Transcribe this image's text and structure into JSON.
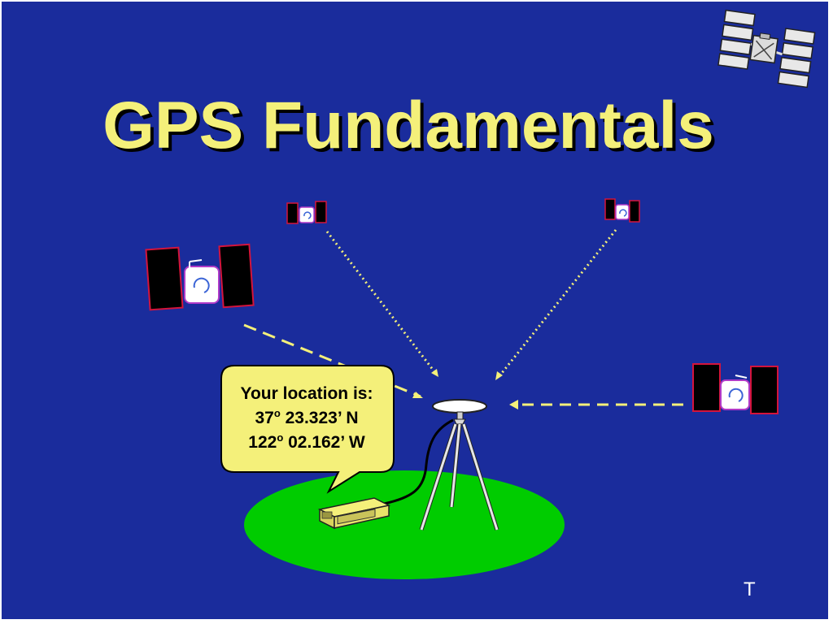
{
  "slide": {
    "title": "GPS Fundamentals",
    "callout": {
      "line1": "Your location is:",
      "lat_deg": "37",
      "lat_rest": " 23.323’ N",
      "lon_deg": "122",
      "lon_rest": " 02.162’ W",
      "degree_mark": "o"
    },
    "footer_mark": "T"
  },
  "colors": {
    "background": "#1a2c9c",
    "title": "#f4f07a",
    "ground": "#00cc00",
    "callout_fill": "#f4f07a",
    "signal_line": "#f4f07a",
    "solar_panel": "#000000",
    "panel_outline": "#d4143c"
  },
  "icons": {
    "satellite": "satellite-icon",
    "gps_receiver": "gps-receiver-icon",
    "antenna": "antenna-icon",
    "tripod": "tripod-icon"
  }
}
